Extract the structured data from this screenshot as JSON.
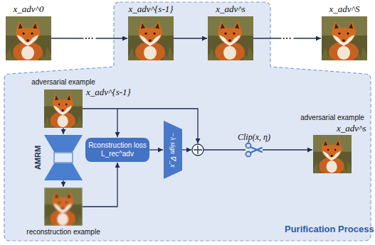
{
  "diagram": {
    "nodes": [
      {
        "text": [
          "x_adv^0"
        ]
      },
      {
        "text": [
          "Purification Process"
        ]
      },
      {
        "text": [
          "x_adv^{s-1}"
        ],
        "in": 1
      },
      {
        "text": [
          "x_adv^s"
        ],
        "in": 1
      },
      {
        "text": [
          "x_adv^S"
        ]
      },
      {
        "text": [
          "adversarial example",
          "x_adv^{s-1}"
        ],
        "in": 1
      },
      {
        "text": [
          "AMRM"
        ],
        "in": 1
      },
      {
        "text": [
          "reconstruction example"
        ],
        "in": 1
      },
      {
        "text": [
          "Rconstruction loss L_rec^adv"
        ],
        "in": 1
      },
      {
        "text": [
          "−λ sign ∇_x"
        ],
        "in": 1
      },
      {
        "text": [
          "adversarial example",
          "x_adv^s"
        ],
        "in": 1
      }
    ],
    "edges": [
      {
        "from": 0,
        "to": 2,
        "arrow": "to",
        "label": "···"
      },
      {
        "from": 2,
        "to": 3,
        "arrow": "to"
      },
      {
        "from": 3,
        "to": 4,
        "arrow": "to",
        "label": "···"
      },
      {
        "from": 5,
        "to": 6,
        "arrow": "to"
      },
      {
        "from": 6,
        "to": 7,
        "arrow": "to"
      },
      {
        "from": 5,
        "to": 8,
        "arrow": "to"
      },
      {
        "from": 7,
        "to": 8,
        "arrow": "to"
      },
      {
        "from": 8,
        "to": 9,
        "arrow": "to"
      }
    ],
    "labels": [
      "Clip(x, η)"
    ]
  }
}
